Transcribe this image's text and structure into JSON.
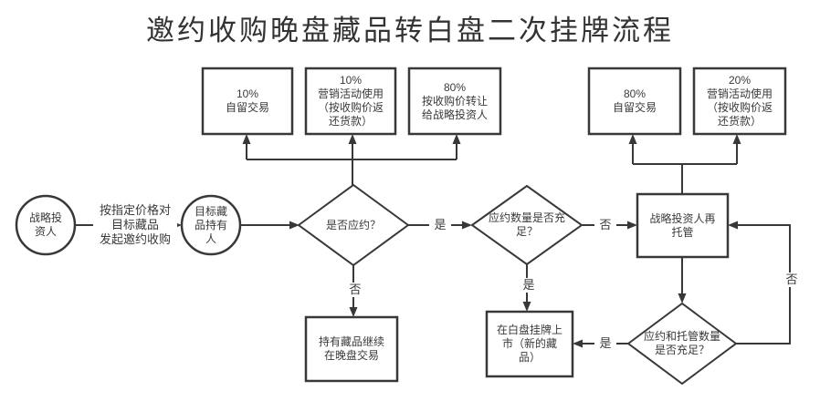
{
  "title": "邀约收购晚盘藏品转白盘二次挂牌流程",
  "nodes": {
    "strategic_investor": "战略投\n资人",
    "target_holder": "目标藏\n品持有\n人",
    "decision_accept_offer": "是否应约？",
    "decision_offer_quantity": "应约数量是否充\n足？",
    "decision_offer_custody_quantity": "应约和托管数量\n是否充足？",
    "box_10_self_trade": "10%\n自留交易",
    "box_10_marketing": "10%\n营销活动使用\n（按收购价返\n还货款）",
    "box_80_transfer": "80%\n按收购价转让\n给战略投资人",
    "box_80_self_trade": "80%\n自留交易",
    "box_20_marketing": "20%\n营销活动使用\n（按收购价返\n还货款）",
    "box_re_custody": "战略投资人再\n托管",
    "box_keep_trading": "持有藏品继续\n在晚盘交易",
    "box_white_listing": "在白盘挂牌上\n市（新的藏\n品）"
  },
  "edge_labels": {
    "initiate_offer": "按指定价格对\n目标藏品\n发起邀约收购",
    "yes_accept": "是",
    "no_accept": "否",
    "yes_quantity": "是",
    "no_quantity": "否",
    "yes_custody": "是",
    "no_custody": "否"
  },
  "colors": {
    "stroke": "#383838",
    "text": "#3a3a3a",
    "background": "#ffffff"
  }
}
